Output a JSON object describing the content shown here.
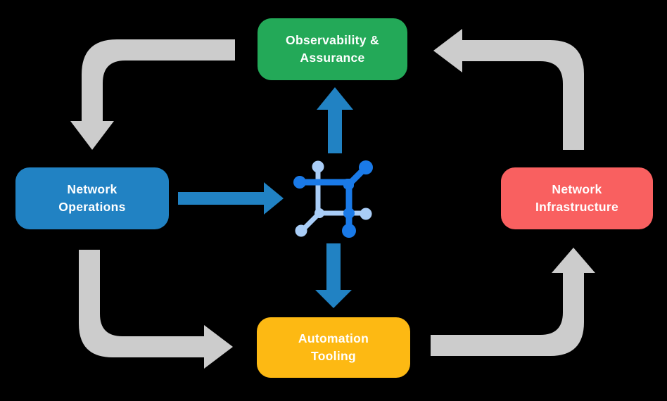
{
  "diagram": {
    "background_color": "#000000",
    "nodes": [
      {
        "id": "observability",
        "line1": "Observability &",
        "line2": "Assurance",
        "color": "#23a958"
      },
      {
        "id": "network-operations",
        "line1": "Network",
        "line2": "Operations",
        "color": "#2182c3"
      },
      {
        "id": "network-infrastructure",
        "line1": "Network",
        "line2": "Infrastructure",
        "color": "#f96060"
      },
      {
        "id": "automation-tooling",
        "line1": "Automation",
        "line2": "Tooling",
        "color": "#fdb913"
      }
    ],
    "colors": {
      "cycle_arrow": "#cccccc",
      "flow_arrow": "#2182c3",
      "icon_dark": "#1a7ae8",
      "icon_light": "#a9cdf7",
      "text": "#ffffff"
    }
  }
}
